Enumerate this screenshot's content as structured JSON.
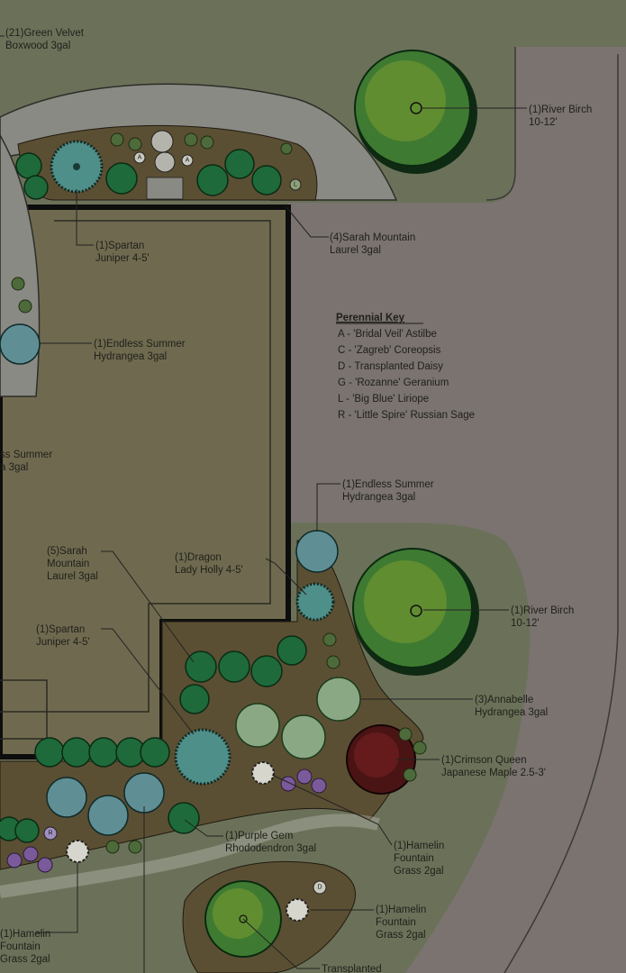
{
  "labels": {
    "boxwood": [
      "(21)Green Velvet",
      "Boxwood 3gal"
    ],
    "birch_top": [
      "(1)River Birch",
      "10-12'"
    ],
    "sarah_mountain_4": [
      "(4)Sarah Mountain",
      "Laurel 3gal"
    ],
    "spartan_top": [
      "(1)Spartan",
      "Juniper 4-5'"
    ],
    "endless_left": [
      "(1)Endless Summer",
      "Hydrangea 3gal"
    ],
    "endless_cut": [
      "ss Summer",
      "a 3gal"
    ],
    "endless_right": [
      "(1)Endless Summer",
      "Hydrangea 3gal"
    ],
    "sarah_mountain_5": [
      "(5)Sarah",
      "Mountain",
      "Laurel 3gal"
    ],
    "dragon_holly": [
      "(1)Dragon",
      "Lady Holly 4-5'"
    ],
    "spartan_bottom": [
      "(1)Spartan",
      "Juniper 4-5'"
    ],
    "birch_bottom": [
      "(1)River Birch",
      "10-12'"
    ],
    "annabelle": [
      "(3)Annabelle",
      "Hydrangea 3gal"
    ],
    "crimson_queen": [
      "(1)Crimson Queen",
      "Japanese Maple 2.5-3'"
    ],
    "purple_gem": [
      "(1)Purple Gem",
      "Rhododendron 3gal"
    ],
    "hamelin_1": [
      "(1)Hamelin",
      "Fountain",
      "Grass 2gal"
    ],
    "hamelin_2": [
      "(1)Hamelin",
      "Fountain",
      "Grass 2gal"
    ],
    "hamelin_cut": [
      "(1)Hamelin",
      "Fountain",
      "Grass 2gal"
    ],
    "transplanted": [
      "Transplanted"
    ]
  },
  "perennial_key": {
    "title": "Perennial Key",
    "items": [
      "A - 'Bridal Veil' Astilbe",
      "C - 'Zagreb' Coreopsis",
      "D - Transplanted Daisy",
      "G - 'Rozanne' Geranium",
      "L - 'Big Blue' Liriope",
      "R - 'Little Spire' Russian Sage"
    ]
  },
  "plant_tags": {
    "a": "A",
    "l": "L",
    "d": "D",
    "r": "R"
  },
  "colors": {
    "lawn": "#6b7159",
    "drive": "#7a7370",
    "bed": "#5b4f33",
    "house": "#6f6a4f",
    "paver": "#8a8a84"
  }
}
